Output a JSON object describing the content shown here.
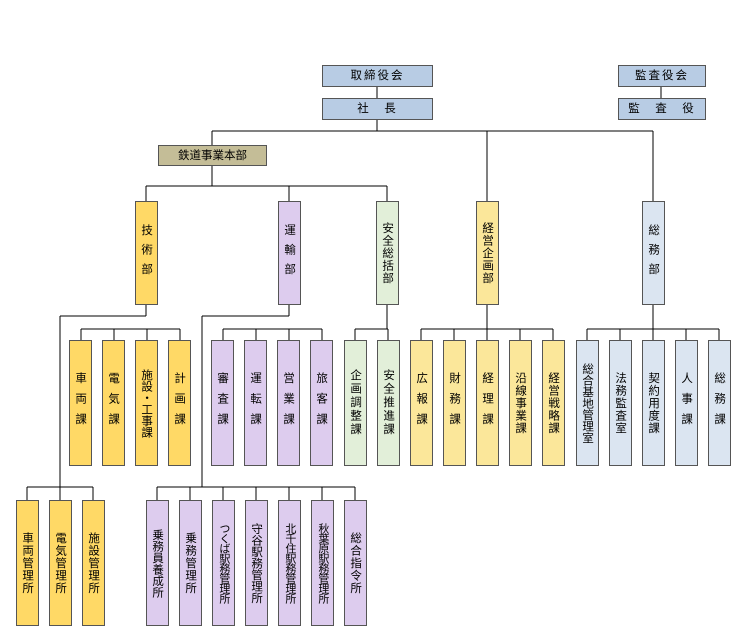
{
  "top": {
    "board": "取締役会",
    "president": "社　長",
    "audit_board": "監査役会",
    "auditor": "監　査　役"
  },
  "hq": "鉄道事業本部",
  "departments": {
    "tech": "技術部",
    "ops": "運輸部",
    "safety": "安全総括部",
    "mgmt": "経営企画部",
    "admin": "総務部"
  },
  "sections": {
    "tech": [
      "車両課",
      "電気課",
      "施設・工事課",
      "計画課"
    ],
    "ops": [
      "審査課",
      "運転課",
      "営業課",
      "旅客課"
    ],
    "safety": [
      "企画調整課",
      "安全推進課"
    ],
    "mgmt": [
      "広報課",
      "財務課",
      "経理課",
      "沿線事業課",
      "経営戦略課"
    ],
    "admin": [
      "総合基地管理室",
      "法務監査室",
      "契約用度課",
      "人事課",
      "総務課"
    ]
  },
  "offices": {
    "tech": [
      "車両管理所",
      "電気管理所",
      "施設管理所"
    ],
    "ops": [
      "乗務員養成所",
      "乗務管理所",
      "つくば駅務管理所",
      "守谷駅務管理所",
      "北千住駅務管理所",
      "秋葉原駅務管理所",
      "総合指令所"
    ]
  },
  "colors": {
    "top": "#b8cce4",
    "hq": "#c4bd97",
    "tech": "#ffd966",
    "ops": "#ddccee",
    "safety": "#e2efd9",
    "mgmt": "#fbe79a",
    "admin": "#dbe5f1",
    "line": "#000000"
  }
}
